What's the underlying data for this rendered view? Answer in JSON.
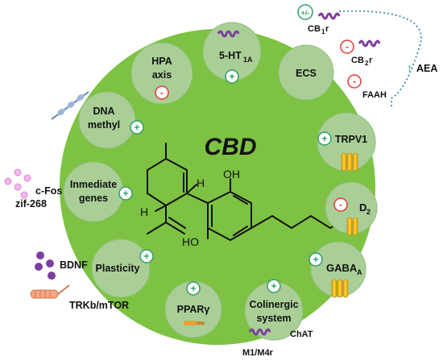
{
  "center": {
    "title": "CBD",
    "oh_top": "OH",
    "oh_bottom": "HO",
    "h_top": "H",
    "h_left": "H"
  },
  "nodes": [
    {
      "id": "hpa",
      "line1": "HPA",
      "line2": "axis",
      "effect": "-"
    },
    {
      "id": "5ht1a",
      "line1": "5-HT",
      "sub": "1A",
      "effect": "+"
    },
    {
      "id": "ecs",
      "line1": "ECS",
      "effect": ""
    },
    {
      "id": "dna",
      "line1": "DNA",
      "line2": "methyl",
      "effect": "+"
    },
    {
      "id": "trpv1",
      "line1": "TRPV1",
      "effect": "+"
    },
    {
      "id": "immediate",
      "line1": "Inmediate",
      "line2": "genes",
      "effect": "+"
    },
    {
      "id": "d2",
      "line1": "D",
      "sub": "2",
      "effect": "-"
    },
    {
      "id": "plasticity",
      "line1": "Plasticity",
      "effect": "+"
    },
    {
      "id": "gabaa",
      "line1": "GABA",
      "sub": "A",
      "effect": "+"
    },
    {
      "id": "ppar",
      "line1": "PPARγ",
      "effect": "+"
    },
    {
      "id": "colinergic",
      "line1": "Colinergic",
      "line2": "system",
      "extra": "ChAT",
      "effect": "+"
    }
  ],
  "ecs_targets": [
    {
      "id": "cb1",
      "label": "CB",
      "sub": "1",
      "suffix": "r",
      "effect": "+/-"
    },
    {
      "id": "cb2",
      "label": "CB",
      "sub": "2",
      "suffix": "r",
      "effect": "-"
    },
    {
      "id": "faah",
      "label": "FAAH",
      "effect": "-"
    },
    {
      "id": "aea",
      "label": "AEA",
      "arrow": "↑"
    }
  ],
  "outside_labels": {
    "cfos": "c-Fos",
    "zif": "zif-268",
    "bdnf": "BDNF",
    "trkb": "TRKb/mTOR",
    "m1m4": "M1/M4r"
  },
  "colors": {
    "big_circle": "#7DC242",
    "node_fill": "#A9CF97",
    "plus": "#2E9E6A",
    "minus": "#E53935",
    "purple": "#7B3FA0",
    "yellow": "#F2B800",
    "aea_arrow": "#1D9E6E",
    "dotted": "#3A8BA8"
  }
}
